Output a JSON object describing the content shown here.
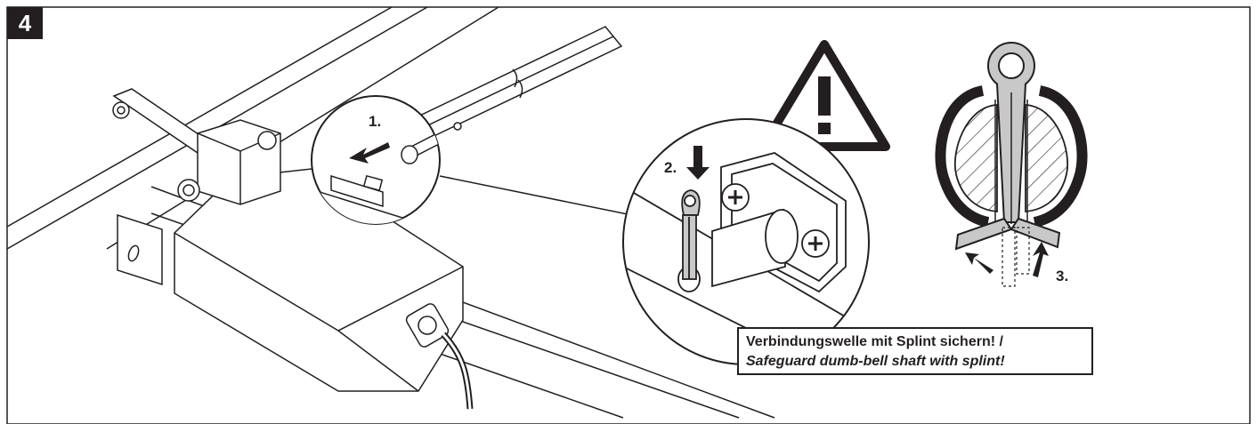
{
  "figure": {
    "step_number": "4",
    "callouts": {
      "step1": "1.",
      "step2": "2.",
      "step3": "3."
    },
    "caption": {
      "german": "Verbindungswelle mit Splint sichern! /",
      "english": "Safeguard dumb-bell shaft with splint!"
    },
    "icons": [
      "warning-triangle-icon",
      "phillips-screw-icon",
      "cotter-pin-icon",
      "arrow-icon"
    ],
    "colors": {
      "ink": "#231f20",
      "pin_fill": "#c8c8c8",
      "background": "#ffffff"
    }
  }
}
